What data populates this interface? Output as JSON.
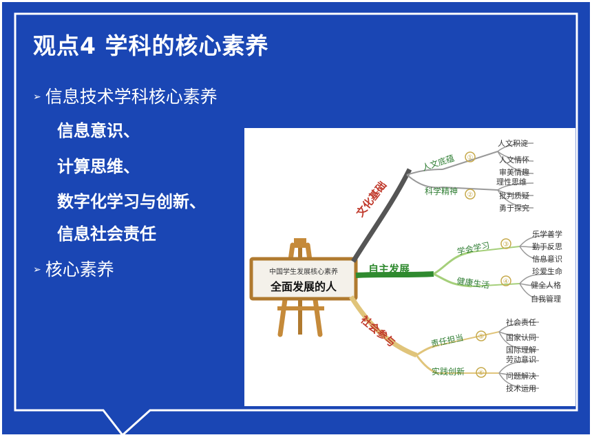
{
  "slide": {
    "title": "观点4  学科的核心素养",
    "bullets": [
      {
        "text": "信息技术学科核心素养",
        "sub_items": [
          "信息意识、",
          "计算思维、",
          "数字化学习与创新、",
          "信息社会责任"
        ]
      },
      {
        "text": "核心素养",
        "sub_items": []
      }
    ]
  },
  "mindmap": {
    "board_subtitle": "中国学生发展核心素养",
    "board_title": "全面发展的人",
    "branches": [
      {
        "name": "文化基础",
        "sub": [
          {
            "name": "人文底蕴",
            "num": "①",
            "leaves": [
              "人文积淀",
              "人文情怀",
              "审美情趣"
            ]
          },
          {
            "name": "科学精神",
            "num": "②",
            "leaves": [
              "理性思维",
              "批判质疑",
              "勇于探究"
            ]
          }
        ]
      },
      {
        "name": "自主发展",
        "sub": [
          {
            "name": "学会学习",
            "num": "③",
            "leaves": [
              "乐学善学",
              "勤于反思",
              "信息意识"
            ]
          },
          {
            "name": "健康生活",
            "num": "④",
            "leaves": [
              "珍爱生命",
              "健全人格",
              "自我管理"
            ]
          }
        ]
      },
      {
        "name": "社会参与",
        "sub": [
          {
            "name": "责任担当",
            "num": "⑤",
            "leaves": [
              "社会责任",
              "国家认同",
              "国际理解"
            ]
          },
          {
            "name": "实践创新",
            "num": "⑥",
            "leaves": [
              "劳动意识",
              "问题解决",
              "技术运用"
            ]
          }
        ]
      }
    ]
  },
  "colors": {
    "background": "#1a46b4",
    "frame": "#ffffff",
    "text": "#ffffff",
    "branch_culture": "#c0392b",
    "branch_self": "#2f8a2f",
    "branch_social": "#c0392b",
    "sub_culture": "#2e7d32",
    "sub_self": "#2e7d32",
    "sub_social": "#2e7d32"
  }
}
